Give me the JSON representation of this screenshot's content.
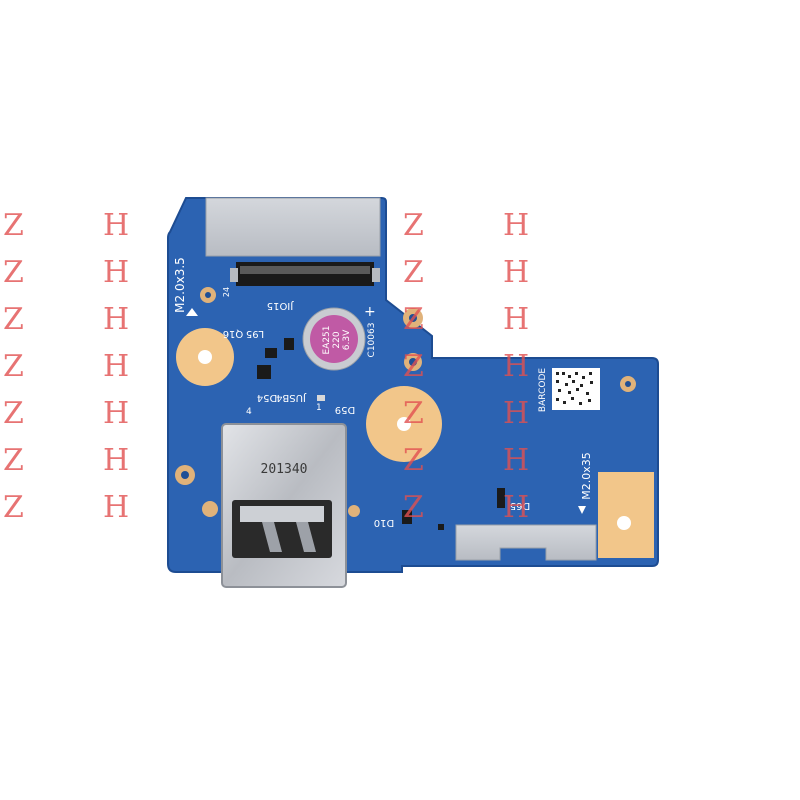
{
  "photo": {
    "subject": "USB board",
    "colors": {
      "pcb": "#2c63b2",
      "pcb_dark": "#1f4f96",
      "pad": "#f2c68a",
      "pad_hole": "#ffffff",
      "metal": "#c9ccd1",
      "connector": "#1a1a1a",
      "silkscreen": "#ffffff",
      "watermark": "#e05050"
    },
    "silkscreen": {
      "screw_left": "M2.0x3.5",
      "screw_right": "M2.0x35",
      "jio": "JIO15",
      "l95": "L95",
      "q16": "Q16",
      "c10063": "C10063",
      "cap_code": "EA251",
      "cap_value": "220",
      "cap_volt": "6.3V",
      "jusb": "JUSB4",
      "d54": "D54",
      "d59": "D59",
      "d10": "D10",
      "d65": "D65",
      "barcode": "BARCODE",
      "usb_label": "201340",
      "pin1": "1",
      "pin4": "4",
      "pin24": "24",
      "plus": "+"
    },
    "watermark": {
      "z": "Z",
      "h": "H"
    }
  }
}
